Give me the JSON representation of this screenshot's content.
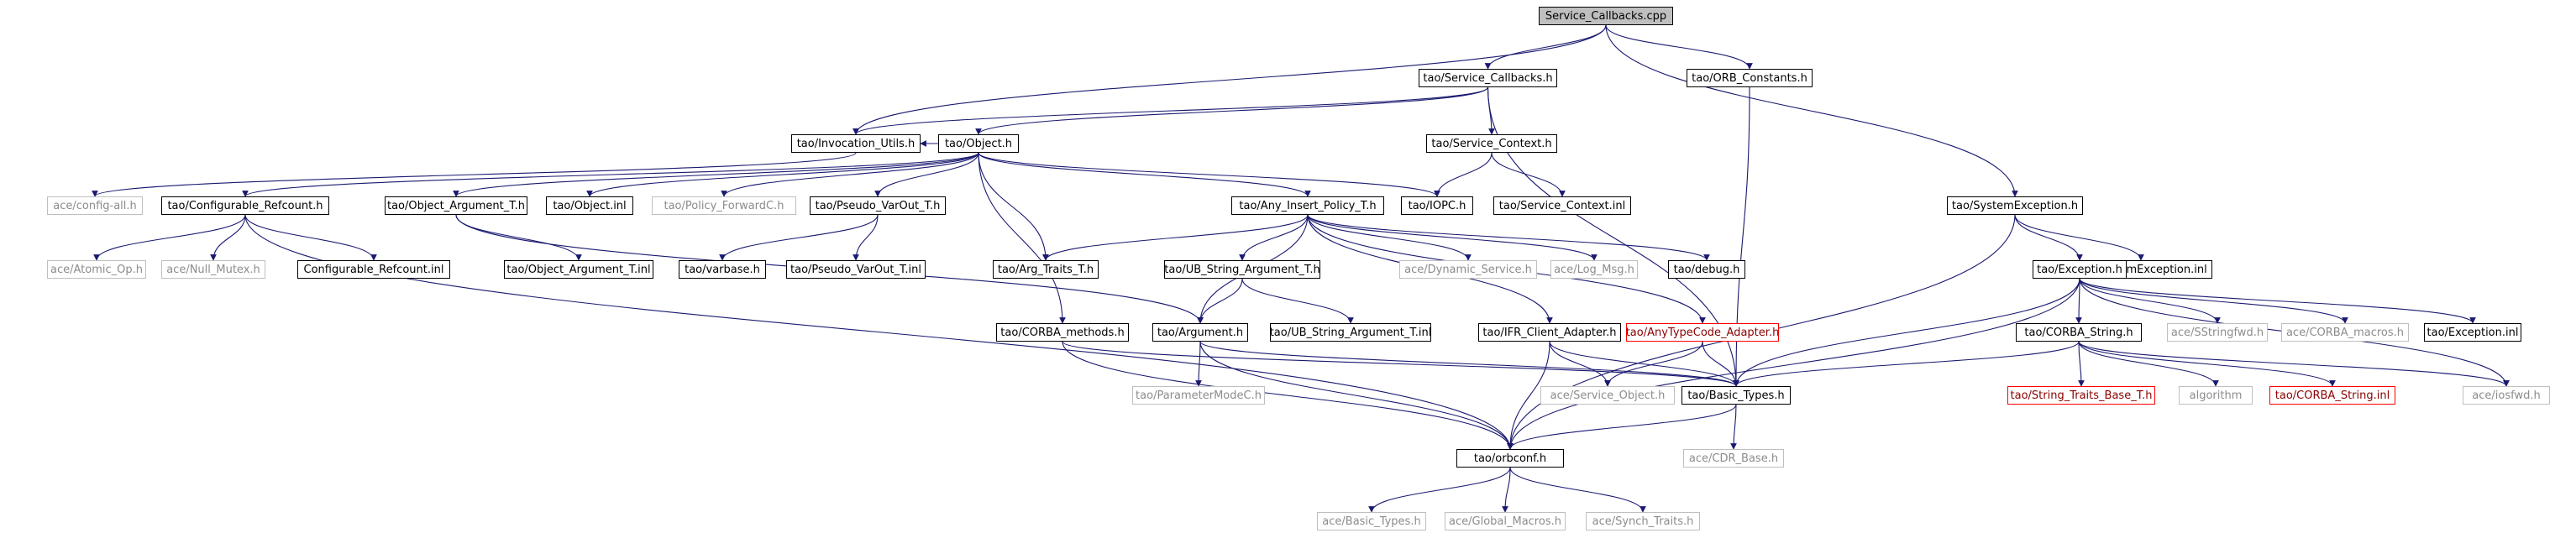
{
  "diagram": {
    "colors": {
      "edge": "#191970",
      "border_default": "#000000",
      "border_gray": "#bfbfbf",
      "border_red": "#ff0000",
      "root_fill": "#bfbfbf"
    },
    "nodes": [
      {
        "id": "root",
        "label": "Service_Callbacks.cpp",
        "style": "root"
      },
      {
        "id": "svc_cb_h",
        "label": "tao/Service_Callbacks.h",
        "style": "normal"
      },
      {
        "id": "orb_const",
        "label": "tao/ORB_Constants.h",
        "style": "normal"
      },
      {
        "id": "inv_utils",
        "label": "tao/Invocation_Utils.h",
        "style": "normal"
      },
      {
        "id": "object_h",
        "label": "tao/Object.h",
        "style": "normal"
      },
      {
        "id": "svc_ctx_h",
        "label": "tao/Service_Context.h",
        "style": "normal"
      },
      {
        "id": "sys_exc_h",
        "label": "tao/SystemException.h",
        "style": "normal"
      },
      {
        "id": "config_all",
        "label": "ace/config-all.h",
        "style": "gray"
      },
      {
        "id": "conf_ref_h",
        "label": "tao/Configurable_Refcount.h",
        "style": "normal"
      },
      {
        "id": "obj_arg_t_h",
        "label": "tao/Object_Argument_T.h",
        "style": "normal"
      },
      {
        "id": "object_inl",
        "label": "tao/Object.inl",
        "style": "normal"
      },
      {
        "id": "policy_fwd",
        "label": "tao/Policy_ForwardC.h",
        "style": "gray"
      },
      {
        "id": "pseudo_h",
        "label": "tao/Pseudo_VarOut_T.h",
        "style": "normal"
      },
      {
        "id": "any_insert",
        "label": "tao/Any_Insert_Policy_T.h",
        "style": "normal"
      },
      {
        "id": "iopc",
        "label": "tao/IOPC.h",
        "style": "normal"
      },
      {
        "id": "svc_ctx_inl",
        "label": "tao/Service_Context.inl",
        "style": "normal"
      },
      {
        "id": "atomic_op",
        "label": "ace/Atomic_Op.h",
        "style": "gray"
      },
      {
        "id": "null_mutex",
        "label": "ace/Null_Mutex.h",
        "style": "gray"
      },
      {
        "id": "conf_ref_inl",
        "label": "Configurable_Refcount.inl",
        "style": "normal"
      },
      {
        "id": "obj_arg_t_inl",
        "label": "tao/Object_Argument_T.inl",
        "style": "normal"
      },
      {
        "id": "varbase",
        "label": "tao/varbase.h",
        "style": "normal"
      },
      {
        "id": "pseudo_inl",
        "label": "tao/Pseudo_VarOut_T.inl",
        "style": "normal"
      },
      {
        "id": "arg_traits",
        "label": "tao/Arg_Traits_T.h",
        "style": "normal"
      },
      {
        "id": "ub_str_h",
        "label": "tao/UB_String_Argument_T.h",
        "style": "normal"
      },
      {
        "id": "dyn_service",
        "label": "ace/Dynamic_Service.h",
        "style": "gray"
      },
      {
        "id": "log_msg",
        "label": "ace/Log_Msg.h",
        "style": "gray"
      },
      {
        "id": "debug_h",
        "label": "tao/debug.h",
        "style": "normal"
      },
      {
        "id": "sys_exc_inl",
        "label": "tao/SystemException.inl",
        "style": "normal"
      },
      {
        "id": "exception_h",
        "label": "tao/Exception.h",
        "style": "normal"
      },
      {
        "id": "corba_methods",
        "label": "tao/CORBA_methods.h",
        "style": "normal"
      },
      {
        "id": "argument_h",
        "label": "tao/Argument.h",
        "style": "normal"
      },
      {
        "id": "ub_str_inl",
        "label": "tao/UB_String_Argument_T.inl",
        "style": "normal"
      },
      {
        "id": "ifr_client",
        "label": "tao/IFR_Client_Adapter.h",
        "style": "normal"
      },
      {
        "id": "anytc",
        "label": "tao/AnyTypeCode_Adapter.h",
        "style": "red"
      },
      {
        "id": "corba_string_h",
        "label": "tao/CORBA_String.h",
        "style": "normal"
      },
      {
        "id": "sstringfwd",
        "label": "ace/SStringfwd.h",
        "style": "gray"
      },
      {
        "id": "corba_macros",
        "label": "ace/CORBA_macros.h",
        "style": "gray"
      },
      {
        "id": "exception_inl",
        "label": "tao/Exception.inl",
        "style": "normal"
      },
      {
        "id": "param_mode",
        "label": "tao/ParameterModeC.h",
        "style": "gray"
      },
      {
        "id": "svc_object",
        "label": "ace/Service_Object.h",
        "style": "gray"
      },
      {
        "id": "basic_types",
        "label": "tao/Basic_Types.h",
        "style": "normal"
      },
      {
        "id": "str_traits",
        "label": "tao/String_Traits_Base_T.h",
        "style": "red"
      },
      {
        "id": "algorithm",
        "label": "algorithm",
        "style": "gray"
      },
      {
        "id": "corba_str_inl",
        "label": "tao/CORBA_String.inl",
        "style": "red"
      },
      {
        "id": "iosfwd",
        "label": "ace/iosfwd.h",
        "style": "gray"
      },
      {
        "id": "cdr_base",
        "label": "ace/CDR_Base.h",
        "style": "gray"
      },
      {
        "id": "orbconf",
        "label": "tao/orbconf.h",
        "style": "normal"
      },
      {
        "id": "ace_basic",
        "label": "ace/Basic_Types.h",
        "style": "gray"
      },
      {
        "id": "global_macros",
        "label": "ace/Global_Macros.h",
        "style": "gray"
      },
      {
        "id": "synch_traits",
        "label": "ace/Synch_Traits.h",
        "style": "gray"
      }
    ],
    "edges": [
      [
        "root",
        "svc_cb_h"
      ],
      [
        "root",
        "orb_const"
      ],
      [
        "root",
        "inv_utils"
      ],
      [
        "root",
        "sys_exc_h"
      ],
      [
        "svc_cb_h",
        "inv_utils"
      ],
      [
        "svc_cb_h",
        "object_h"
      ],
      [
        "svc_cb_h",
        "svc_ctx_h"
      ],
      [
        "svc_cb_h",
        "basic_types"
      ],
      [
        "orb_const",
        "basic_types"
      ],
      [
        "inv_utils",
        "config_all"
      ],
      [
        "object_h",
        "inv_utils"
      ],
      [
        "object_h",
        "conf_ref_h"
      ],
      [
        "object_h",
        "obj_arg_t_h"
      ],
      [
        "object_h",
        "object_inl"
      ],
      [
        "object_h",
        "policy_fwd"
      ],
      [
        "object_h",
        "pseudo_h"
      ],
      [
        "object_h",
        "any_insert"
      ],
      [
        "object_h",
        "iopc"
      ],
      [
        "object_h",
        "arg_traits"
      ],
      [
        "object_h",
        "corba_methods"
      ],
      [
        "svc_ctx_h",
        "iopc"
      ],
      [
        "svc_ctx_h",
        "svc_ctx_inl"
      ],
      [
        "sys_exc_h",
        "exception_h"
      ],
      [
        "sys_exc_h",
        "sys_exc_inl"
      ],
      [
        "sys_exc_h",
        "orbconf"
      ],
      [
        "conf_ref_h",
        "atomic_op"
      ],
      [
        "conf_ref_h",
        "null_mutex"
      ],
      [
        "conf_ref_h",
        "conf_ref_inl"
      ],
      [
        "conf_ref_h",
        "orbconf"
      ],
      [
        "obj_arg_t_h",
        "obj_arg_t_inl"
      ],
      [
        "obj_arg_t_h",
        "argument_h"
      ],
      [
        "pseudo_h",
        "varbase"
      ],
      [
        "pseudo_h",
        "pseudo_inl"
      ],
      [
        "any_insert",
        "arg_traits"
      ],
      [
        "any_insert",
        "ub_str_h"
      ],
      [
        "any_insert",
        "dyn_service"
      ],
      [
        "any_insert",
        "log_msg"
      ],
      [
        "any_insert",
        "debug_h"
      ],
      [
        "any_insert",
        "argument_h"
      ],
      [
        "any_insert",
        "ifr_client"
      ],
      [
        "any_insert",
        "anytc"
      ],
      [
        "ub_str_h",
        "argument_h"
      ],
      [
        "ub_str_h",
        "ub_str_inl"
      ],
      [
        "exception_h",
        "corba_string_h"
      ],
      [
        "exception_h",
        "sstringfwd"
      ],
      [
        "exception_h",
        "corba_macros"
      ],
      [
        "exception_h",
        "exception_inl"
      ],
      [
        "exception_h",
        "basic_types"
      ],
      [
        "exception_h",
        "iosfwd"
      ],
      [
        "exception_h",
        "orbconf"
      ],
      [
        "corba_methods",
        "basic_types"
      ],
      [
        "corba_methods",
        "orbconf"
      ],
      [
        "argument_h",
        "param_mode"
      ],
      [
        "argument_h",
        "basic_types"
      ],
      [
        "argument_h",
        "orbconf"
      ],
      [
        "ifr_client",
        "svc_object"
      ],
      [
        "ifr_client",
        "basic_types"
      ],
      [
        "ifr_client",
        "orbconf"
      ],
      [
        "anytc",
        "svc_object"
      ],
      [
        "anytc",
        "basic_types"
      ],
      [
        "corba_string_h",
        "str_traits"
      ],
      [
        "corba_string_h",
        "algorithm"
      ],
      [
        "corba_string_h",
        "corba_str_inl"
      ],
      [
        "corba_string_h",
        "iosfwd"
      ],
      [
        "corba_string_h",
        "basic_types"
      ],
      [
        "basic_types",
        "cdr_base"
      ],
      [
        "basic_types",
        "orbconf"
      ],
      [
        "orbconf",
        "ace_basic"
      ],
      [
        "orbconf",
        "global_macros"
      ],
      [
        "orbconf",
        "synch_traits"
      ]
    ]
  }
}
